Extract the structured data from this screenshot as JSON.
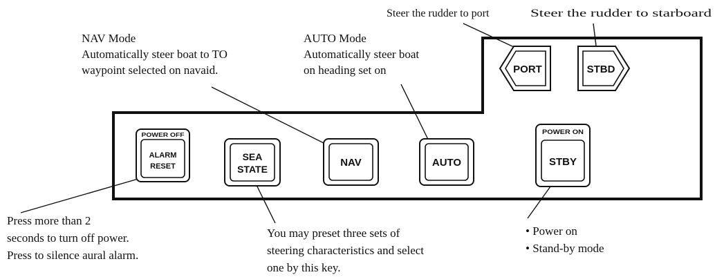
{
  "keys": {
    "alarm_reset": {
      "caption": "POWER OFF",
      "line1": "ALARM",
      "line2": "RESET"
    },
    "sea_state": {
      "line1": "SEA",
      "line2": "STATE"
    },
    "nav": {
      "label": "NAV"
    },
    "auto": {
      "label": "AUTO"
    },
    "stby": {
      "caption": "POWER ON",
      "label": "STBY"
    },
    "port": {
      "label": "PORT"
    },
    "stbd": {
      "label": "STBD"
    }
  },
  "callouts": {
    "port": {
      "text": "Steer the rudder to port"
    },
    "stbd": {
      "text": "Steer the rudder to starboard"
    },
    "nav": {
      "line1": "NAV Mode",
      "line2": "Automatically steer boat to TO",
      "line3": "waypoint selected on navaid."
    },
    "auto": {
      "line1": "AUTO Mode",
      "line2": "Automatically steer boat",
      "line3": "on heading set on"
    },
    "alarm_reset": {
      "line1": "Press more than 2",
      "line2": "seconds to turn off power.",
      "line3": "Press to silence aural alarm."
    },
    "sea_state": {
      "line1": "You may preset three sets of",
      "line2": "steering characteristics and select",
      "line3": "one by this key."
    },
    "stby": {
      "line1": "• Power on",
      "line2": "• Stand-by mode"
    }
  }
}
